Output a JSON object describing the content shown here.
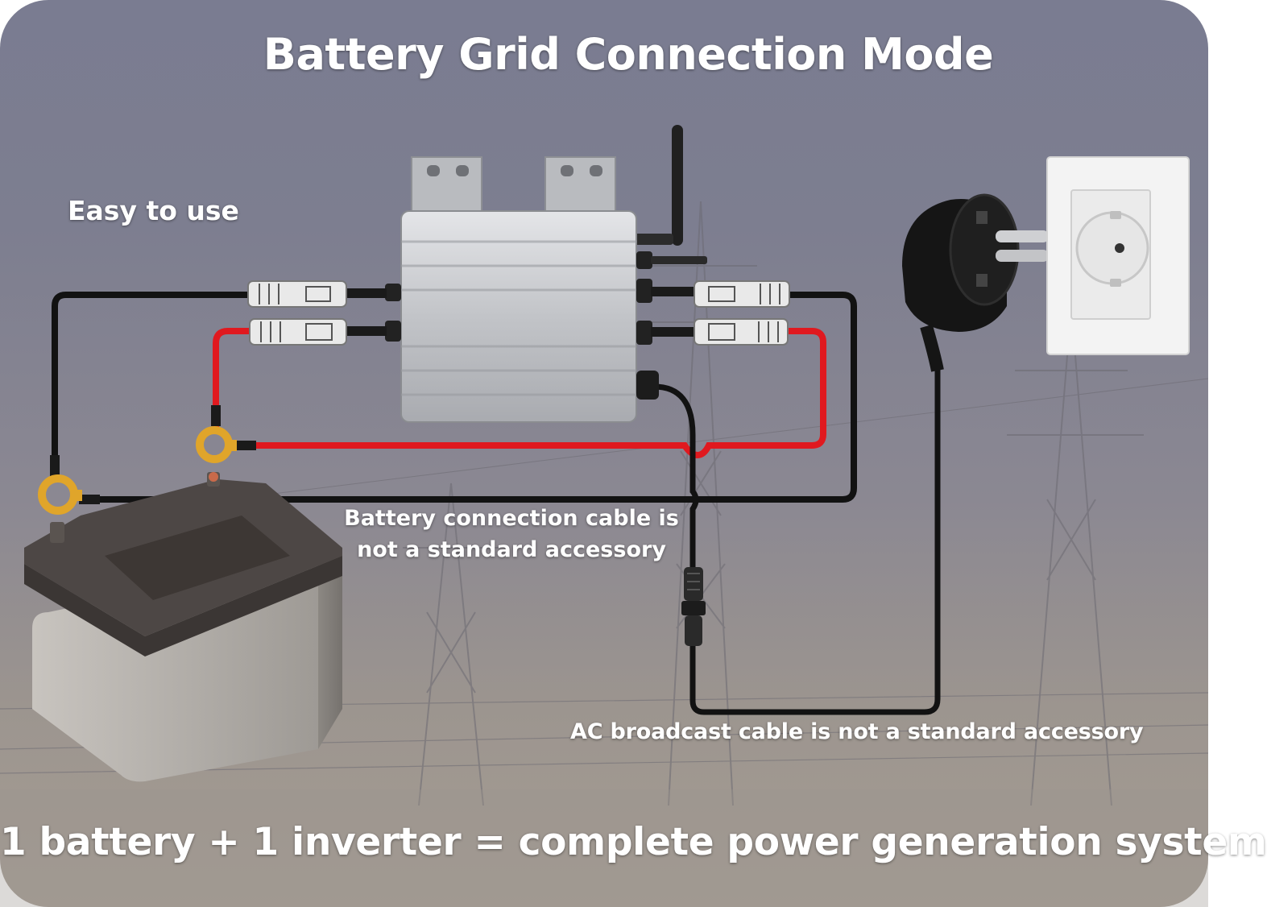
{
  "title": "Battery Grid Connection Mode",
  "easy_label": "Easy to use",
  "battery_cable_note": "Battery connection cable is not a standard accessory",
  "ac_cable_note": "AC broadcast cable is not a standard accessory",
  "footer": "1 battery + 1 inverter = complete power generation system",
  "colors": {
    "background": "#7d7e90",
    "positive_wire": "#e0191f",
    "negative_wire": "#121212",
    "ring_terminal": "#e0a52a",
    "inverter_body": "#c4c6ca",
    "battery_top": "#4c4644",
    "battery_body": "#b9b5b0",
    "wall_socket": "#f3f3f3",
    "text": "#ffffff"
  }
}
